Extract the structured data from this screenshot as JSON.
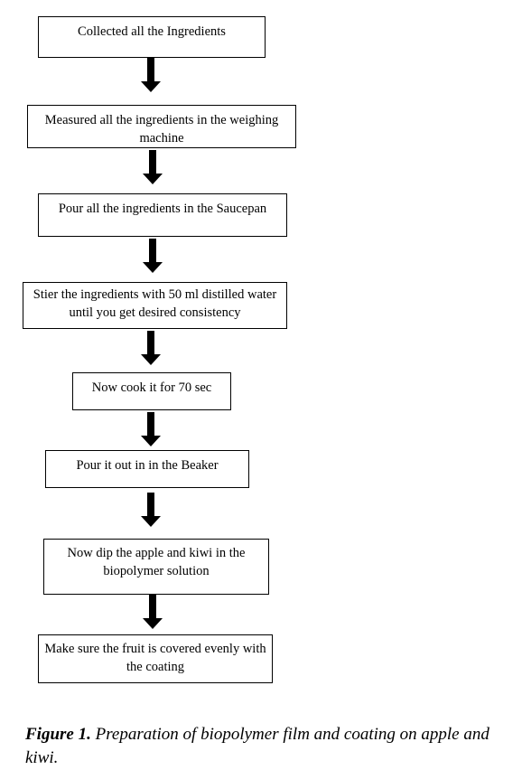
{
  "flowchart": {
    "steps": [
      "Collected all the Ingredients",
      "Measured all  the ingredients in the weighing machine",
      "Pour all the ingredients in the Saucepan",
      "Stier the ingredients with 50 ml distilled water until you get desired consistency",
      "Now cook it for 70 sec",
      "Pour it out in in the Beaker",
      "Now dip the apple and kiwi in the biopolymer solution",
      "Make sure the fruit is covered evenly with the coating"
    ]
  },
  "caption": {
    "label": "Figure 1.",
    "text": "Preparation of biopolymer film and coating on apple and kiwi."
  }
}
